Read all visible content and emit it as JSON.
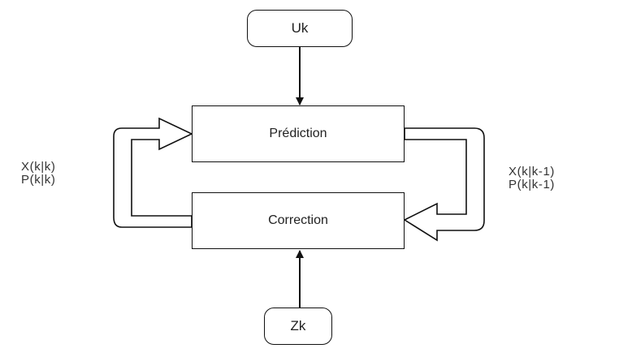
{
  "nodes": {
    "uk": "Uk",
    "prediction": "Prédiction",
    "correction": "Correction",
    "zk": "Zk"
  },
  "labels": {
    "left": [
      "X(k|k)",
      "P(k|k)"
    ],
    "right": [
      "X(k|k-1)",
      "P(k|k-1)"
    ]
  }
}
